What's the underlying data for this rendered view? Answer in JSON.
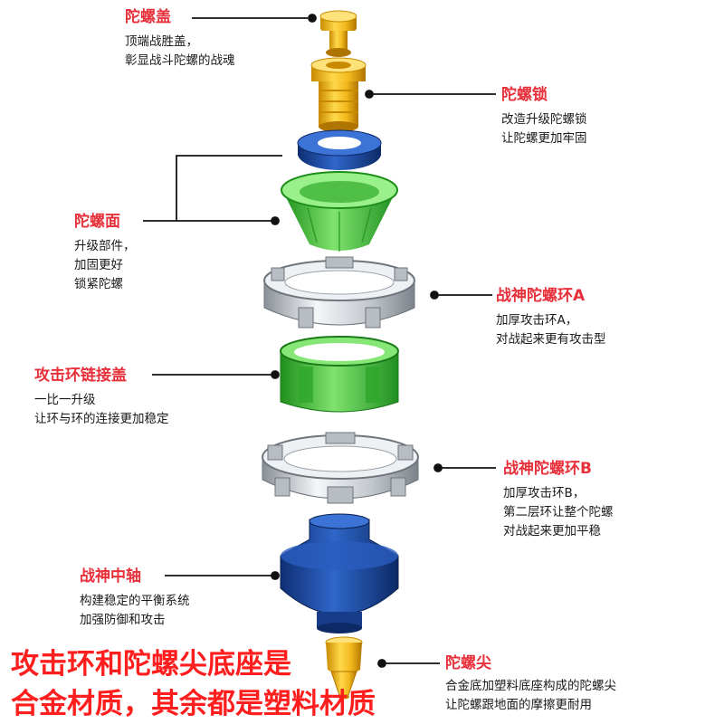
{
  "colors": {
    "accent_red": "#e8303a",
    "line": "#111111",
    "gold": "#f2b81c",
    "blue": "#1f4fa8",
    "green": "#3fc23a",
    "silver": "#d9dde2"
  },
  "callouts": {
    "cap": {
      "title": "陀螺盖",
      "lines": [
        "顶端战胜盖，",
        "彰显战斗陀螺的战魂"
      ]
    },
    "lock": {
      "title": "陀螺锁",
      "lines": [
        "改造升级陀螺锁",
        "让陀螺更加牢固"
      ]
    },
    "face": {
      "title": "陀螺面",
      "lines": [
        "升级部件，",
        "加固更好",
        "锁紧陀螺"
      ]
    },
    "ring_a": {
      "title": "战神陀螺环A",
      "lines": [
        "加厚攻击环A，",
        "对战起来更有攻击型"
      ]
    },
    "link_cap": {
      "title": "攻击环链接盖",
      "lines": [
        "一比一升级",
        "让环与环的连接更加稳定"
      ]
    },
    "ring_b": {
      "title": "战神陀螺环B",
      "lines": [
        "加厚攻击环B，",
        "第二层环让整个陀螺",
        "对战起来更加平稳"
      ]
    },
    "axis": {
      "title": "战神中轴",
      "lines": [
        "构建稳定的平衡系统",
        "加强防御和攻击"
      ]
    },
    "tip": {
      "title": "陀螺尖",
      "lines": [
        "合金底加塑料底座构成的陀螺尖",
        "让陀螺跟地面的摩擦更耐用"
      ]
    }
  },
  "banner": {
    "line1": "攻击环和陀螺尖底座是",
    "line2": "合金材质，其余都是塑料材质"
  },
  "parts": [
    {
      "name": "top-cap-part",
      "color": "gold"
    },
    {
      "name": "lock-part",
      "color": "gold"
    },
    {
      "name": "blue-ring-part",
      "color": "blue"
    },
    {
      "name": "face-part",
      "color": "green"
    },
    {
      "name": "ring-a-part",
      "color": "silver"
    },
    {
      "name": "link-cap-part",
      "color": "green"
    },
    {
      "name": "ring-b-part",
      "color": "silver"
    },
    {
      "name": "axis-part",
      "color": "blue"
    },
    {
      "name": "tip-part",
      "color": "gold"
    }
  ]
}
